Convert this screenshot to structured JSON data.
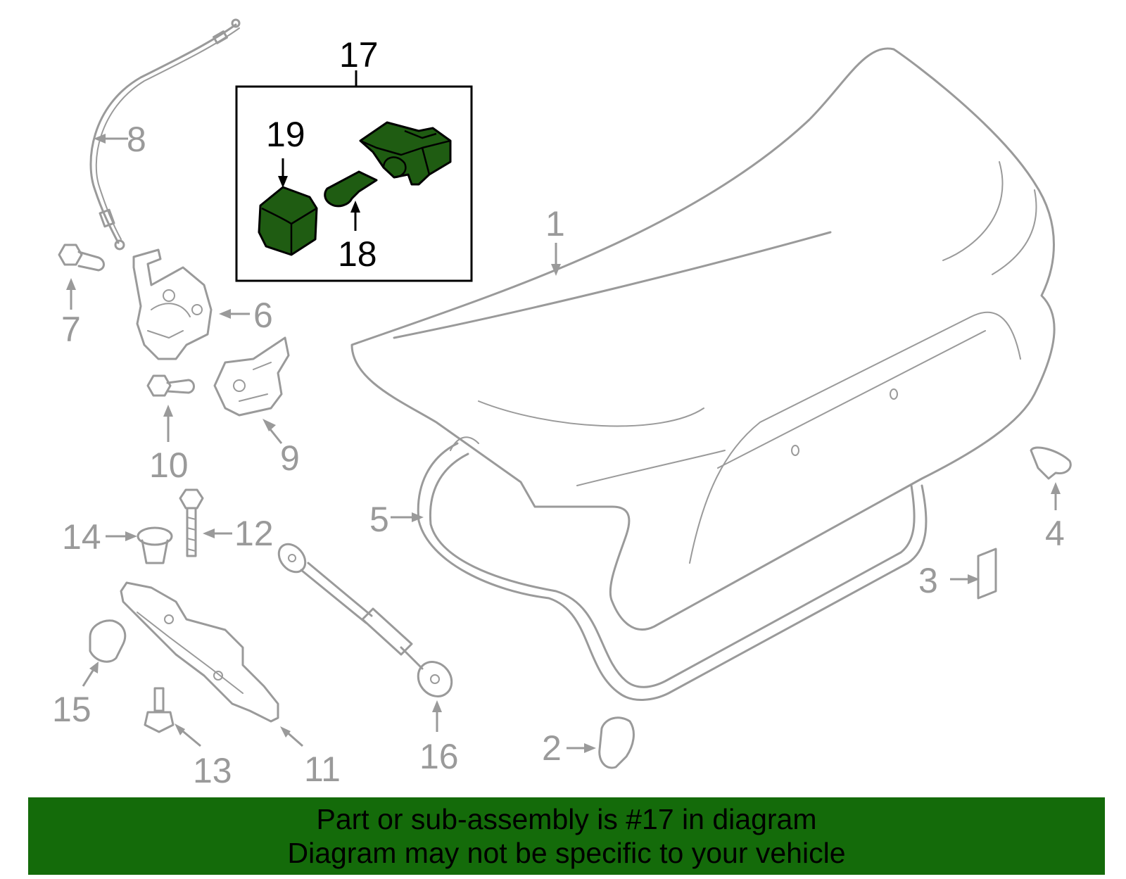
{
  "diagram": {
    "callouts": {
      "c1": "1",
      "c2": "2",
      "c3": "3",
      "c4": "4",
      "c5": "5",
      "c6": "6",
      "c7": "7",
      "c8": "8",
      "c9": "9",
      "c10": "10",
      "c11": "11",
      "c12": "12",
      "c13": "13",
      "c14": "14",
      "c15": "15",
      "c16": "16",
      "c17": "17",
      "c18": "18",
      "c19": "19"
    },
    "highlighted_part": "17",
    "colors": {
      "highlight": "#1f5c12",
      "banner": "#146b0a",
      "outline": "#9a9a9a"
    }
  },
  "banner": {
    "line1": "Part or sub-assembly is #17 in diagram",
    "line2": "Diagram may not be specific to your vehicle"
  }
}
